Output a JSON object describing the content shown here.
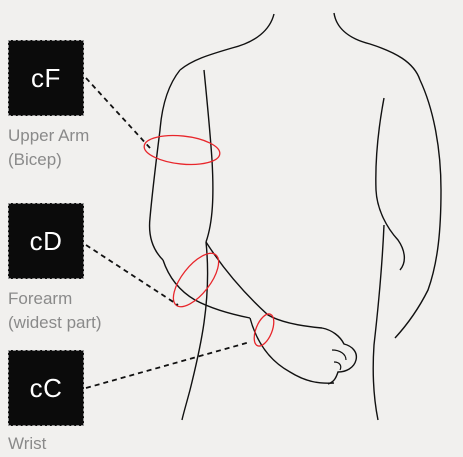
{
  "measurements": [
    {
      "code": "cF",
      "label_lines": [
        "Upper Arm",
        "(Bicep)"
      ]
    },
    {
      "code": "cD",
      "label_lines": [
        "Forearm",
        "(widest part)"
      ]
    },
    {
      "code": "cC",
      "label_lines": [
        "Wrist"
      ]
    }
  ],
  "colors": {
    "background": "#f1f0ee",
    "code_box": "#0b0b0b",
    "code_text": "#ffffff",
    "label_text": "#8a8a8a",
    "body_outline": "#111111",
    "measure_ring": "#e8262b"
  }
}
